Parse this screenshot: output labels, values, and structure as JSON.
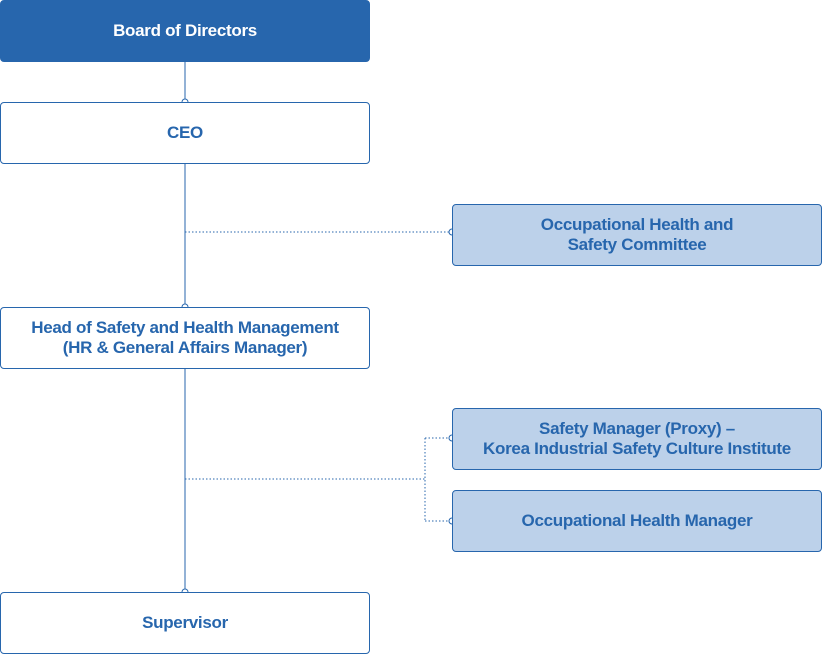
{
  "org_chart": {
    "board": {
      "label": "Board of Directors"
    },
    "ceo": {
      "label": "CEO"
    },
    "committee": {
      "line1": "Occupational Health and",
      "line2": "Safety Committee"
    },
    "head": {
      "line1": "Head of Safety and Health Management",
      "line2": "(HR & General Affairs Manager)"
    },
    "safety_manager": {
      "line1": "Safety Manager (Proxy) –",
      "line2": "Korea Industrial Safety Culture Institute"
    },
    "health_manager": {
      "label": "Occupational Health Manager"
    },
    "supervisor": {
      "label": "Supervisor"
    }
  },
  "colors": {
    "primary": "#2766ad",
    "side_fill": "#bcd1ea",
    "white": "#ffffff"
  }
}
